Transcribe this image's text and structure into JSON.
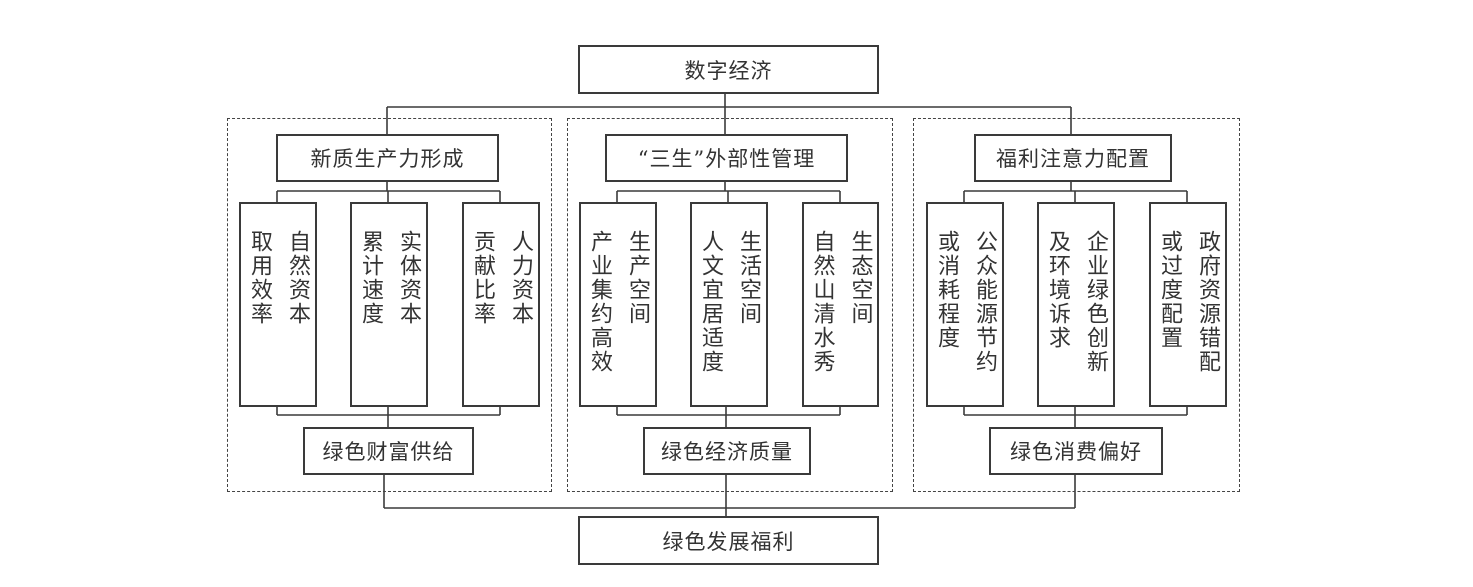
{
  "title_node": "数字经济",
  "result_node": "绿色发展福利",
  "groups": [
    {
      "mechanism": "新质生产力形成",
      "outcome": "绿色财富供给",
      "items": [
        {
          "col1": "自然资本",
          "col2": "取用效率"
        },
        {
          "col1": "实体资本",
          "col2": "累计速度"
        },
        {
          "col1": "人力资本",
          "col2": "贡献比率"
        }
      ]
    },
    {
      "mechanism": "“三生”外部性管理",
      "outcome": "绿色经济质量",
      "items": [
        {
          "col1": "生产空间",
          "col2": "产业集约高效"
        },
        {
          "col1": "生活空间",
          "col2": "人文宜居适度"
        },
        {
          "col1": "生态空间",
          "col2": "自然山清水秀"
        }
      ]
    },
    {
      "mechanism": "福利注意力配置",
      "outcome": "绿色消费偏好",
      "items": [
        {
          "col1": "公众能源节约",
          "col2": "或消耗程度"
        },
        {
          "col1": "企业绿色创新",
          "col2": "及环境诉求"
        },
        {
          "col1": "政府资源错配",
          "col2": "或过度配置"
        }
      ]
    }
  ],
  "colors": {
    "line": "#3a3a3a",
    "text": "#333333"
  }
}
